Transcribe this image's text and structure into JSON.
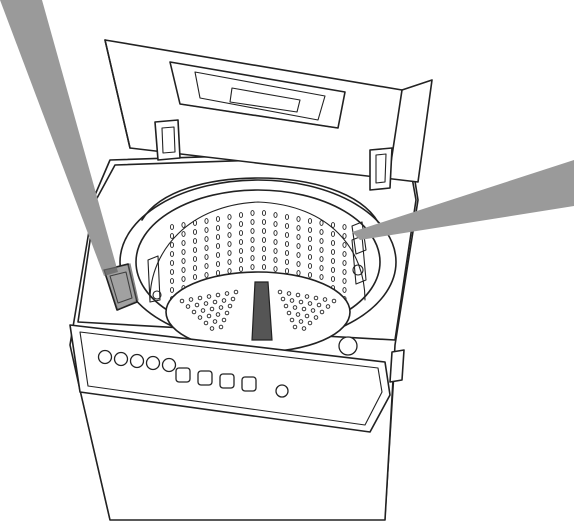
{
  "diagram": {
    "subject": "top-loading-washing-machine",
    "callouts": [
      {
        "target": "detergent-dispenser",
        "color": "#555555"
      },
      {
        "target": "drum-lint-filter",
        "color": "#555555"
      }
    ],
    "control_panel": {
      "round_buttons": 5,
      "square_buttons": 4,
      "large_knob": 1
    },
    "colors": {
      "line": "#222222",
      "fill": "#ffffff",
      "shade": "#9a9a9a",
      "callout": "#555555"
    }
  }
}
